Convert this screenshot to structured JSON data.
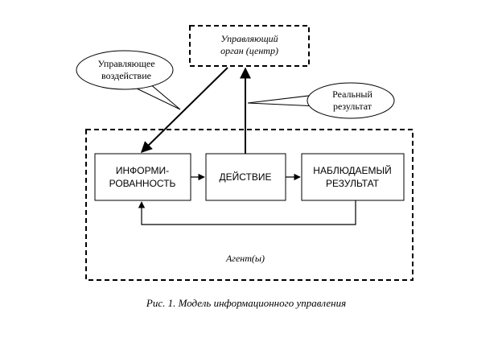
{
  "diagram": {
    "control_center": {
      "line1": "Управляющий",
      "line2": "орган (центр)"
    },
    "callout_control_action": {
      "line1": "Управляющее",
      "line2": "воздействие"
    },
    "callout_real_result": {
      "line1": "Реальный",
      "line2": "результат"
    },
    "box_informedness": {
      "line1": "ИНФОРМИ-",
      "line2": "РОВАННОСТЬ"
    },
    "box_action": {
      "line1": "ДЕЙСТВИЕ"
    },
    "box_observed_result": {
      "line1": "НАБЛЮДАЕМЫЙ",
      "line2": "РЕЗУЛЬТАТ"
    },
    "agent_label": "Агент(ы)"
  },
  "caption": "Рис. 1. Модель информационного управления"
}
